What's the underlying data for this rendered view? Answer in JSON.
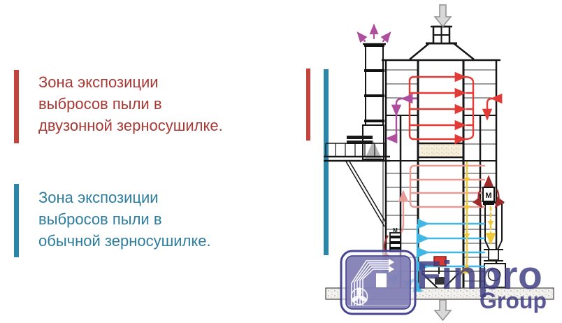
{
  "captions": [
    {
      "lines": [
        "Зона экспозиции",
        "выбросов пыли в",
        "двузонной зерносушилке."
      ],
      "text_color": "#a83833",
      "bar_color": "#c2443c"
    },
    {
      "lines": [
        "Зона экспозиции",
        "выбросов пыли в",
        "обычной зерносушилке."
      ],
      "text_color": "#2d7d9e",
      "bar_color": "#2b86aa"
    }
  ],
  "diagram": {
    "motor_label": "M",
    "zone_markers": [
      {
        "color": "#c2443c"
      },
      {
        "color": "#2b86aa"
      }
    ],
    "flow_colors": {
      "hot_air": "#e23b36",
      "exhaust": "#ad4f9c",
      "warm_air": "#e89b95",
      "cool_air": "#41b8e4",
      "grain_path": "#efc93c",
      "fan_motor": "#9e2b28"
    }
  },
  "watermark": {
    "brand": "Finpro",
    "subtitle": "Group",
    "color": "#3e3c82"
  }
}
